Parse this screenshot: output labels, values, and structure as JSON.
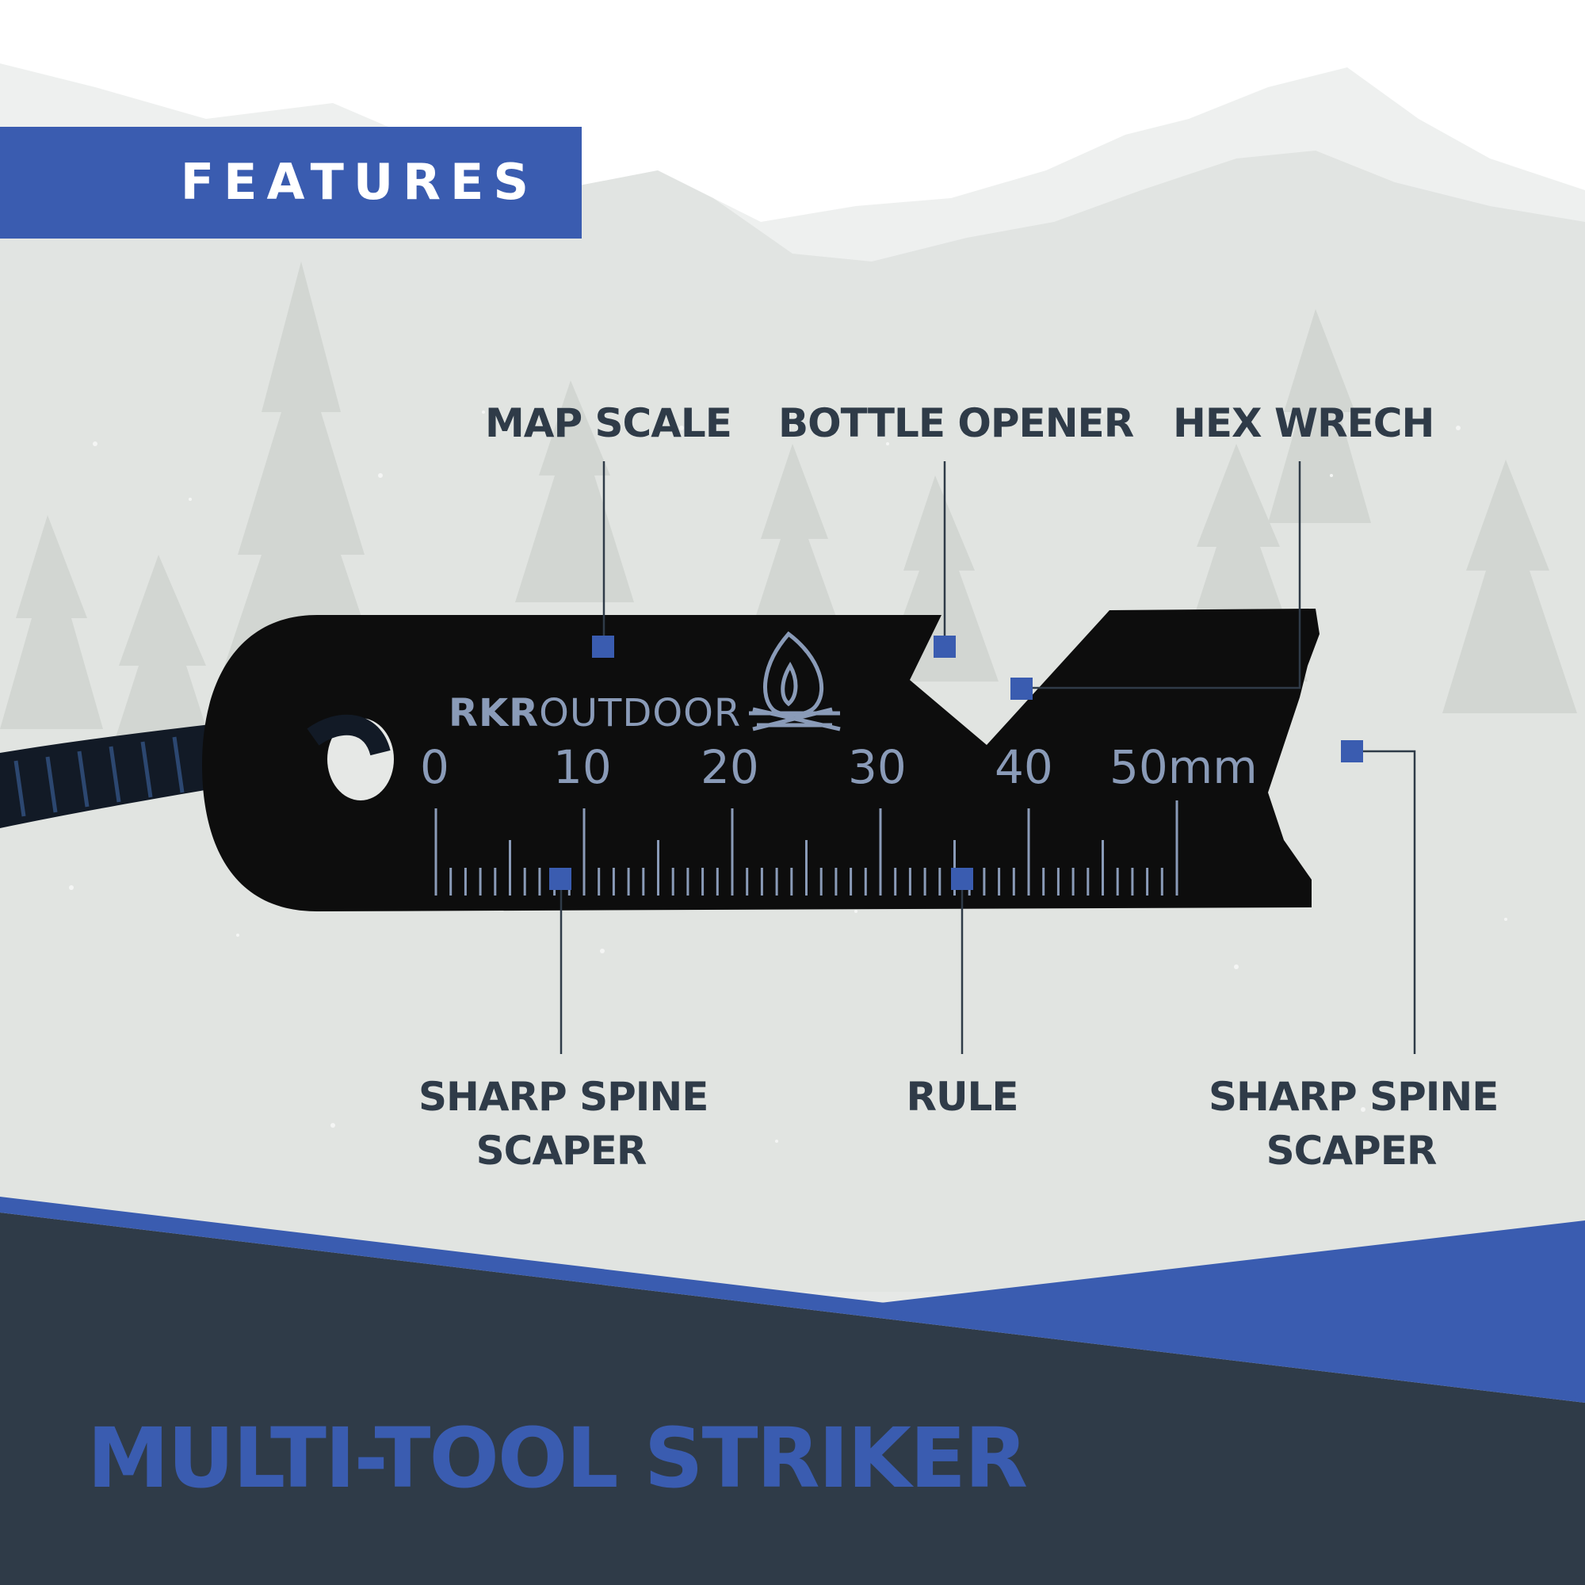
{
  "banner": {
    "label": "FEATURES"
  },
  "tool": {
    "brand_bold": "RKR",
    "brand_light": "OUTDOOR",
    "scale_numbers": [
      "0",
      "10",
      "20",
      "30",
      "40",
      "50mm"
    ]
  },
  "features": {
    "map_scale": "MAP SCALE",
    "bottle_opener": "BOTTLE OPENER",
    "hex_wrench": "HEX WRECH",
    "spine_left_line1": "SHARP SPINE",
    "spine_left_line2": "SCAPER",
    "rule": "RULE",
    "spine_right_line1": "SHARP SPINE",
    "spine_right_line2": "SCAPER"
  },
  "footer": {
    "title": "MULTI-TOOL STRIKER"
  },
  "colors": {
    "accent_blue": "#3a5cb0",
    "label_dark": "#2f3b48",
    "footer_dark": "#2f3b48",
    "tool_black": "#0d0d0d"
  }
}
